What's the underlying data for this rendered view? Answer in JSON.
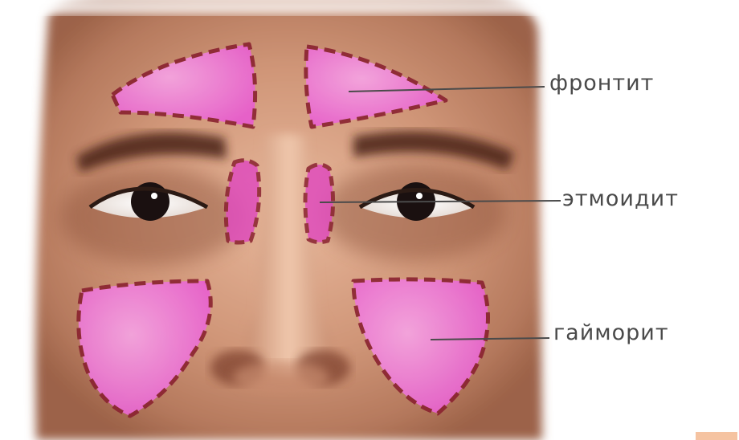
{
  "labels": {
    "frontitis": "фронтит",
    "ethmoiditis": "этмоидит",
    "maxillary_sinusitis": "гайморит"
  },
  "colors": {
    "sinus_fill": "#e85bd0",
    "sinus_outline": "#8a2230",
    "leader_line": "#4a4a4a",
    "skin": "#c98f72",
    "label_text": "#4a4a4a"
  }
}
